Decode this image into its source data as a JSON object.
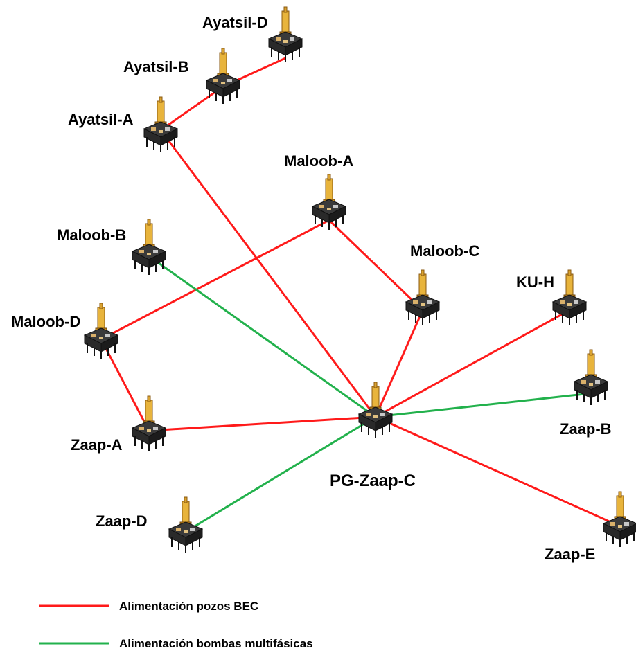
{
  "colors": {
    "bec": "#ff1a1a",
    "multiphase": "#22b14c",
    "platform_deck": "#2a2a2a",
    "platform_tower": "#e8b43c"
  },
  "nodes": {
    "ayatsil_d": "Ayatsil-D",
    "ayatsil_b": "Ayatsil-B",
    "ayatsil_a": "Ayatsil-A",
    "maloob_a": "Maloob-A",
    "maloob_b": "Maloob-B",
    "maloob_c": "Maloob-C",
    "maloob_d": "Maloob-D",
    "ku_h": "KU-H",
    "zaap_a": "Zaap-A",
    "zaap_b": "Zaap-B",
    "zaap_c": "PG-Zaap-C",
    "zaap_d": "Zaap-D",
    "zaap_e": "Zaap-E"
  },
  "links": [
    {
      "from": "ayatsil_d",
      "to": "ayatsil_b",
      "type": "bec"
    },
    {
      "from": "ayatsil_b",
      "to": "ayatsil_a",
      "type": "bec"
    },
    {
      "from": "ayatsil_a",
      "to": "zaap_c",
      "type": "bec"
    },
    {
      "from": "maloob_a",
      "to": "maloob_d",
      "type": "bec"
    },
    {
      "from": "maloob_a",
      "to": "maloob_c",
      "type": "bec"
    },
    {
      "from": "maloob_c",
      "to": "zaap_c",
      "type": "bec"
    },
    {
      "from": "maloob_d",
      "to": "zaap_a",
      "type": "bec"
    },
    {
      "from": "zaap_a",
      "to": "zaap_c",
      "type": "bec"
    },
    {
      "from": "ku_h",
      "to": "zaap_c",
      "type": "bec"
    },
    {
      "from": "zaap_e",
      "to": "zaap_c",
      "type": "bec"
    },
    {
      "from": "maloob_b",
      "to": "zaap_c",
      "type": "multiphase"
    },
    {
      "from": "zaap_b",
      "to": "zaap_c",
      "type": "multiphase"
    },
    {
      "from": "zaap_d",
      "to": "zaap_c",
      "type": "multiphase"
    }
  ],
  "legend": {
    "bec_label": "Alimentación pozos BEC",
    "multiphase_label": "Alimentación bombas multifásicas"
  }
}
